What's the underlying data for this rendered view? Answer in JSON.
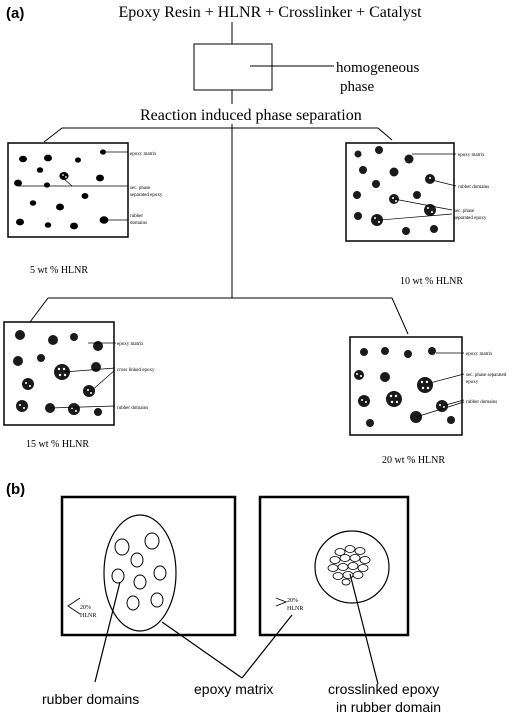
{
  "panel_a": {
    "label": "(a)",
    "formula": "Epoxy Resin + HLNR + Crosslinker + Catalyst",
    "homogeneous_line1": "homogeneous",
    "homogeneous_line2": "phase",
    "separation_title": "Reaction induced phase separation",
    "samples": [
      {
        "caption": "5 wt % HLNR",
        "labels": [
          "epoxy matrix",
          "sec. phase",
          "separated epoxy",
          "rubber",
          "domains"
        ]
      },
      {
        "caption": "10 wt % HLNR",
        "labels": [
          "epoxy matrix",
          "rubber domains",
          "sec. phase",
          "separated epoxy"
        ]
      },
      {
        "caption": "15 wt % HLNR",
        "labels": [
          "epoxy matrix",
          "cross linked epoxy",
          "rubber domains"
        ]
      },
      {
        "caption": "20 wt % HLNR",
        "labels": [
          "epoxy matrix",
          "sec. phase separated",
          "epoxy",
          "rubber domains"
        ]
      }
    ]
  },
  "panel_b": {
    "label": "(b)",
    "left_tag": [
      "20%",
      "HLNR"
    ],
    "right_tag": [
      "20%",
      "HLNR"
    ],
    "label_rubber_domains": "rubber domains",
    "label_epoxy_matrix": "epoxy matrix",
    "label_crosslinked_1": "crosslinked  epoxy",
    "label_crosslinked_2": "in rubber domain"
  }
}
